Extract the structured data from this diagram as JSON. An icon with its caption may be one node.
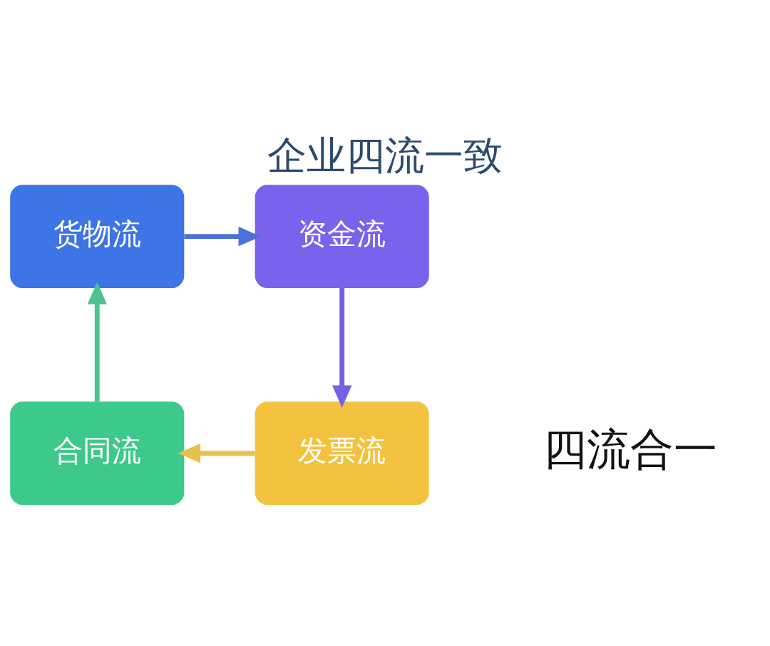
{
  "diagram": {
    "title": "企业四流一致",
    "nodes": [
      {
        "text": [
          "货物流"
        ]
      },
      {
        "text": [
          "资金流"
        ]
      },
      {
        "text": [
          "合同流"
        ]
      },
      {
        "text": [
          "发票流"
        ]
      }
    ],
    "edges": [
      {
        "from": 0,
        "to": 1,
        "arrow": "to",
        "color": "#4a72d8"
      },
      {
        "from": 1,
        "to": 3,
        "arrow": "to",
        "color": "#7660e6"
      },
      {
        "from": 3,
        "to": 2,
        "arrow": "to",
        "color": "#e8c04a"
      },
      {
        "from": 2,
        "to": 0,
        "arrow": "to",
        "color": "#4cc391"
      }
    ],
    "labels": [
      "四流合一"
    ]
  }
}
